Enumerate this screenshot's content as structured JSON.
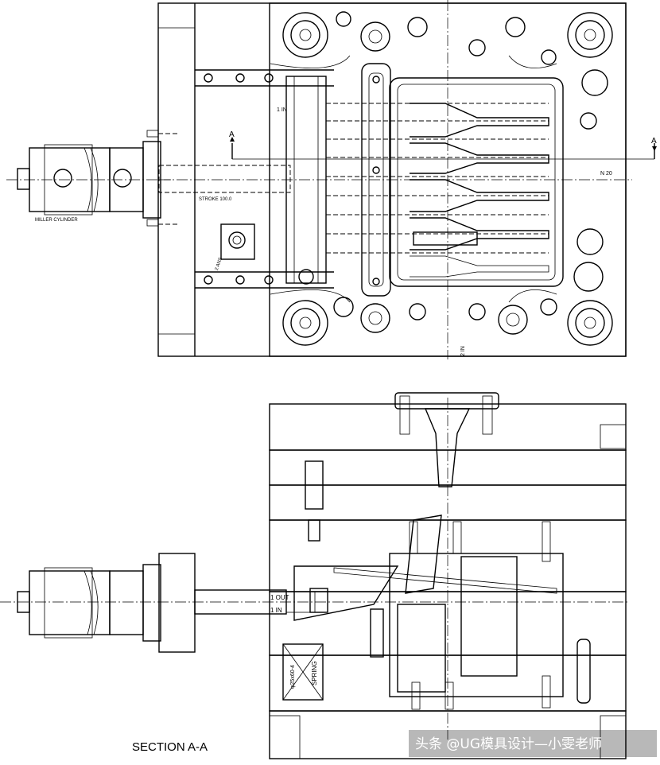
{
  "plan_view": {
    "section_marker_left": "A",
    "section_marker_right": "A",
    "cylinder_label": "MILLER CYLINDER",
    "stroke_label": "STROKE 100.0",
    "port_in_label": "1 IN",
    "port_bottom_label": "2 IN",
    "right_note": "N 20",
    "spring_label": "2 ANS"
  },
  "section_view": {
    "port_out_label": "1 OUT",
    "port_in_label": "1 IN",
    "spring_label": "SPRING",
    "spring_spec": "φ25x60-4",
    "title": "SECTION A-A"
  },
  "watermark": "头条 @UG模具设计—小雯老师"
}
